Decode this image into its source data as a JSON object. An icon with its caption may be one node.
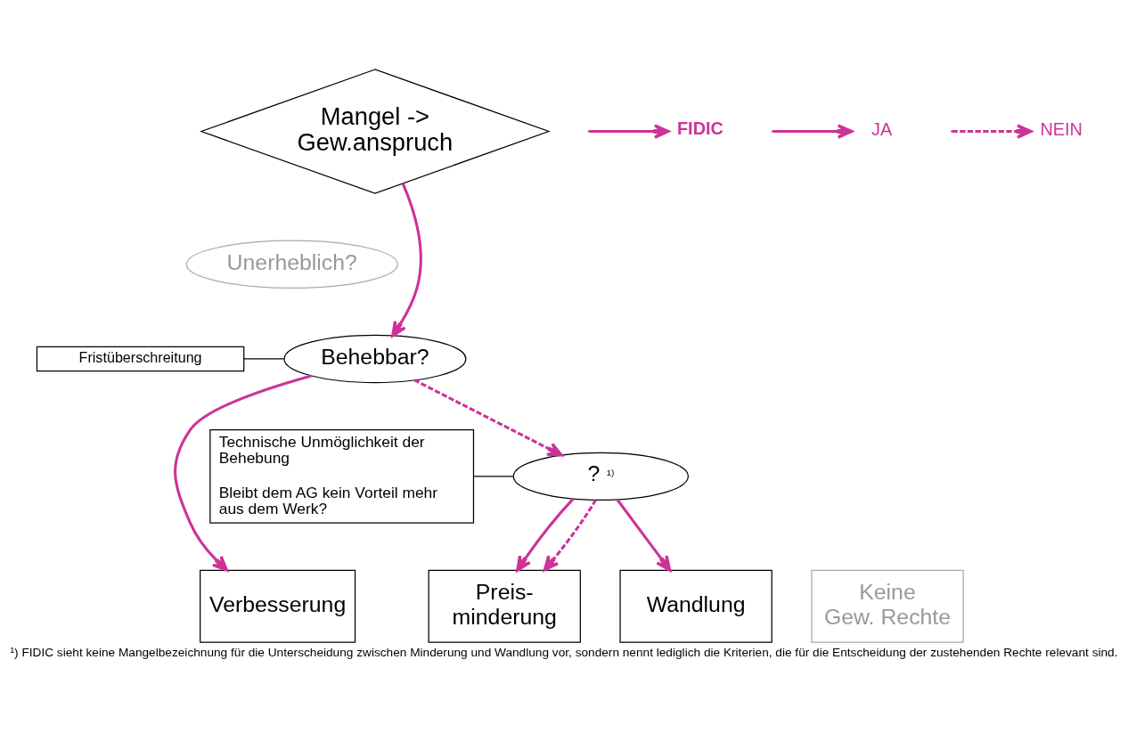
{
  "diagram": {
    "caption": "¹) FIDIC sieht keine Mangelbezeichnung für die Unterscheidung zwischen Minderung und Wandlung vor, sondern nennt lediglich die Kriterien, die für die Entscheidung der zustehenden Rechte relevant sind.",
    "nodes": [
      {
        "text": [
          "Mangel -> Gew.anspruch"
        ]
      },
      {
        "text": [
          "Unerheblich?"
        ]
      },
      {
        "text": [
          "Fristüberschreitung"
        ]
      },
      {
        "text": [
          "Behebbar?"
        ]
      },
      {
        "text": [
          "Technische Unmöglichkeit der Behebung",
          "Bleibt dem AG kein Vorteil mehr aus dem Werk?"
        ]
      },
      {
        "text": [
          "?",
          "1)"
        ]
      },
      {
        "text": [
          "Verbesserung"
        ]
      },
      {
        "text": [
          "Preis- minderung"
        ]
      },
      {
        "text": [
          "Wandlung"
        ]
      },
      {
        "text": [
          "Keine Gew. Rechte"
        ]
      }
    ],
    "edges": [
      {
        "from": 0,
        "to": 3,
        "arrow": "to"
      },
      {
        "from": 2,
        "to": 3,
        "arrow": "none",
        "color": "#000000"
      },
      {
        "from": 3,
        "to": 6,
        "arrow": "to"
      },
      {
        "from": 3,
        "to": 5,
        "arrow": "to",
        "style": "dashed"
      },
      {
        "from": 4,
        "to": 5,
        "arrow": "none",
        "color": "#000000"
      },
      {
        "from": 5,
        "to": 7,
        "arrow": "to"
      },
      {
        "from": 5,
        "to": 7,
        "arrow": "to",
        "style": "dashed"
      },
      {
        "from": 5,
        "to": 8,
        "arrow": "to"
      }
    ],
    "legend": [
      {
        "text": "FIDIC"
      },
      {
        "text": "JA"
      },
      {
        "text": "NEIN"
      }
    ]
  }
}
